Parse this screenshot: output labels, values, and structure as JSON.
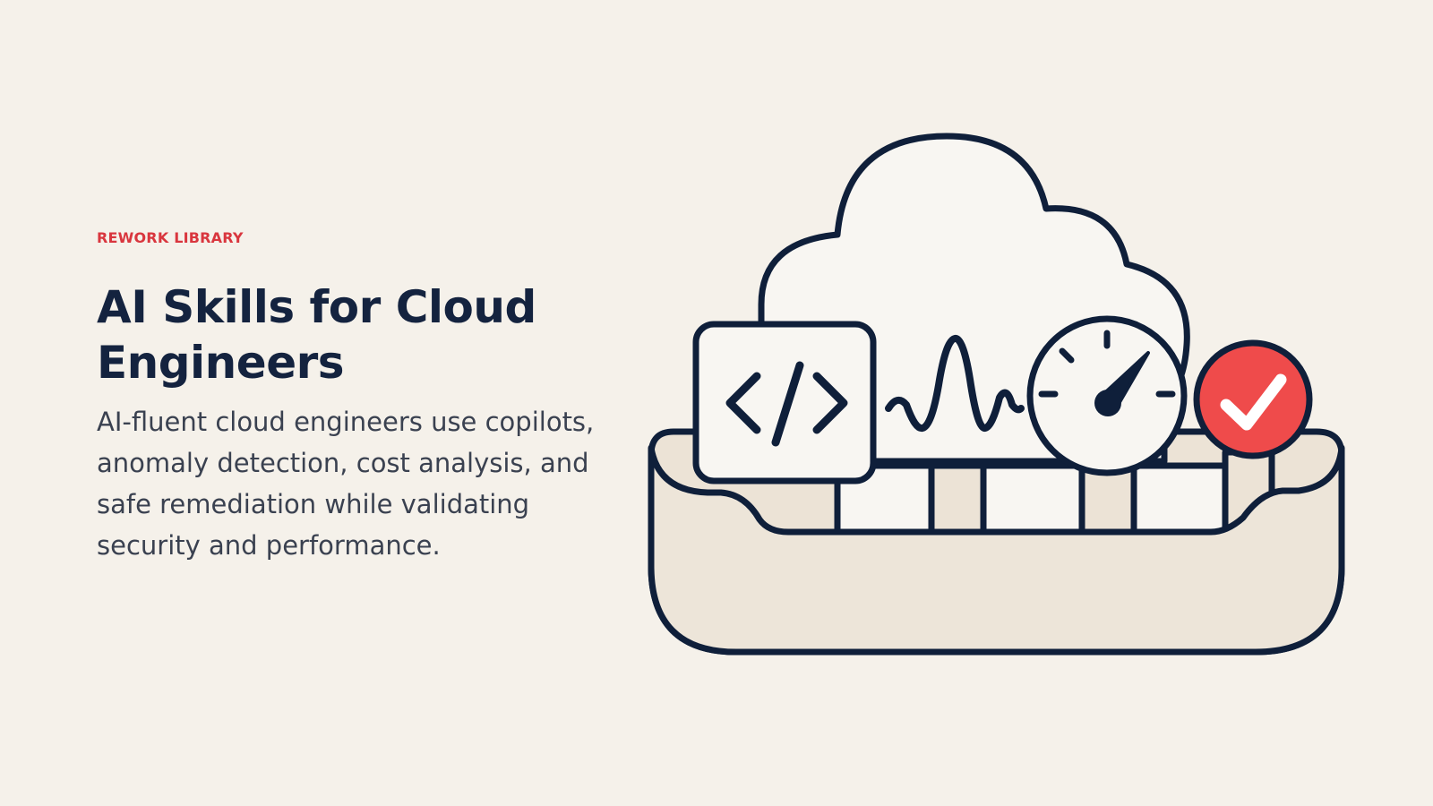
{
  "eyebrow": "REWORK LIBRARY",
  "title": "AI Skills for Cloud Engineers",
  "description": "AI-fluent cloud engineers use copilots, anomaly detection, cost analysis, and safe remediation while validating security and performance.",
  "illustration": {
    "icons": [
      "cloud-icon",
      "code-icon",
      "waveform-icon",
      "gauge-icon",
      "checkmark-icon",
      "tray-icon"
    ],
    "colors": {
      "background": "#f5f1ea",
      "ink": "#0f1f3a",
      "accent": "#ef4b4b",
      "fill_light": "#f8f6f2",
      "fill_beige": "#ece3d6"
    }
  }
}
